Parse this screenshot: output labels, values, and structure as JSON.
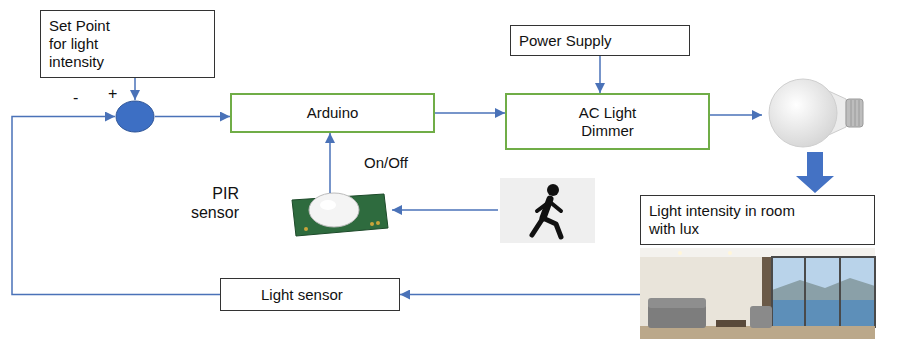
{
  "diagram": {
    "nodes": [
      {
        "text": [
          "Set Point for light intensity"
        ]
      },
      {
        "text": [
          "Power Supply"
        ]
      },
      {
        "text": [
          "-",
          "+"
        ]
      },
      {
        "text": [
          "Arduino"
        ]
      },
      {
        "text": [
          "AC Light Dimmer"
        ]
      },
      {
        "text": [
          "PIR sensor"
        ]
      },
      {
        "text": [
          "Light intensity in room with lux"
        ]
      },
      {
        "text": [
          "Light sensor"
        ]
      }
    ],
    "edges": [
      {
        "from": 0,
        "to": 2,
        "arrow": "to"
      },
      {
        "from": 7,
        "to": 2,
        "arrow": "to"
      },
      {
        "from": 2,
        "to": 3,
        "arrow": "to"
      },
      {
        "from": 3,
        "to": 4,
        "arrow": "to"
      },
      {
        "from": 1,
        "to": 4,
        "arrow": "to"
      },
      {
        "from": 5,
        "to": 3,
        "label": "On/Off",
        "arrow": "to"
      },
      {
        "from": 6,
        "to": 7,
        "arrow": "to"
      }
    ]
  }
}
